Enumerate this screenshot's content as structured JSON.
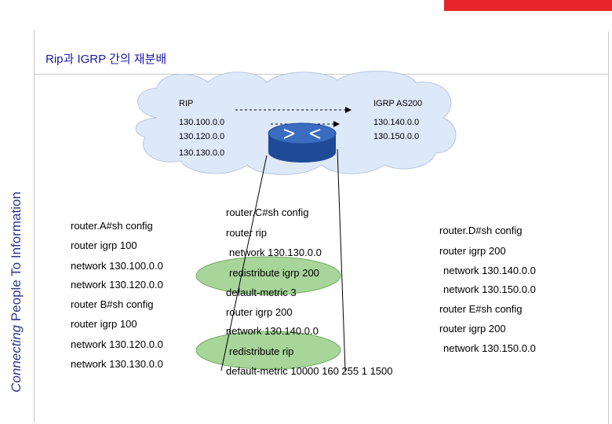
{
  "sidebar": {
    "brand_italic": "Connecting",
    "brand_rest": " People To Information"
  },
  "title": "Rip과 IGRP 간의 재분배",
  "diagram": {
    "rip_label": "RIP",
    "igrp_label": "IGRP AS200",
    "rip_networks": [
      "130.100.0.0",
      "130.120.0.0",
      "130.130.0.0"
    ],
    "igrp_networks": [
      "130.140.0.0",
      "130.150.0.0"
    ]
  },
  "left_config": [
    "router.A#sh config",
    "router igrp 100",
    "network 130.100.0.0",
    "network 130.120.0.0",
    "router B#sh config",
    "router igrp 100",
    "network 130.120.0.0",
    "network 130.130.0.0"
  ],
  "middle_config": [
    "router.C#sh config",
    "router rip",
    "network 130.130.0.0",
    "redistribute igrp 200",
    "default-metric 3",
    "router igrp 200",
    "network 130.140.0.0",
    "redistribute rip",
    "default-metric 10000 160 255 1 1500"
  ],
  "right_config": [
    "router.D#sh config",
    "router igrp 200",
    "network 130.140.0.0",
    "network 130.150.0.0",
    "router E#sh config",
    "router igrp 200",
    "network 130.150.0.0"
  ],
  "colors": {
    "accent": "#e8232a",
    "title": "#1a1aa6",
    "cloud": "#dde8f8",
    "highlight": "#a8d59a",
    "router": "#2a55a8"
  }
}
